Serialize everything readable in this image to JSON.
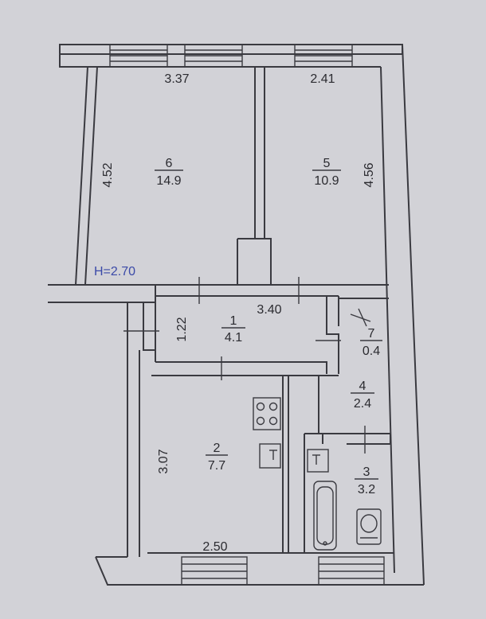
{
  "ceiling_height": "H=2.70",
  "rooms": [
    {
      "number": "6",
      "area": "14.9"
    },
    {
      "number": "5",
      "area": "10.9"
    },
    {
      "number": "1",
      "area": "4.1"
    },
    {
      "number": "7",
      "area": "0.4"
    },
    {
      "number": "2",
      "area": "7.7"
    },
    {
      "number": "4",
      "area": "2.4"
    },
    {
      "number": "3",
      "area": "3.2"
    }
  ],
  "dimensions": {
    "room6_width": "3.37",
    "room5_width": "2.41",
    "room6_depth": "4.52",
    "room5_depth": "4.56",
    "corridor_width": "3.40",
    "corridor_depth": "1.22",
    "kitchen_depth": "3.07",
    "kitchen_width": "2.50"
  }
}
